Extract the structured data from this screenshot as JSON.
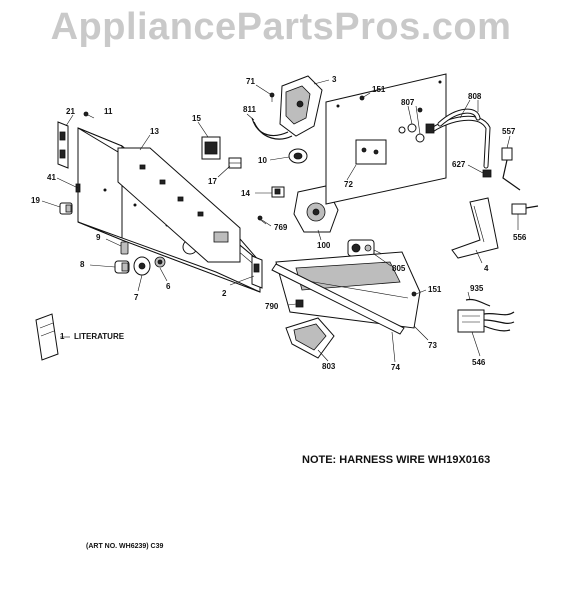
{
  "watermark": "AppliancePartsPros.com",
  "note": "NOTE: HARNESS WIRE WH19X0163",
  "art_number": "(ART NO. WH6239) C39",
  "literature_label": "LITERATURE",
  "part_numbers": {
    "p1": "1",
    "p2": "2",
    "p3": "3",
    "p4": "4",
    "p6": "6",
    "p7": "7",
    "p8": "8",
    "p9": "9",
    "p10": "10",
    "p11": "11",
    "p13": "13",
    "p14": "14",
    "p15": "15",
    "p17": "17",
    "p19": "19",
    "p21": "21",
    "p41": "41",
    "p71": "71",
    "p72": "72",
    "p73": "73",
    "p74": "74",
    "p100": "100",
    "p151a": "151",
    "p151b": "151",
    "p546": "546",
    "p556": "556",
    "p557": "557",
    "p627": "627",
    "p769": "769",
    "p790": "790",
    "p803": "803",
    "p805": "805",
    "p807": "807",
    "p808": "808",
    "p811": "811",
    "p935": "935"
  }
}
